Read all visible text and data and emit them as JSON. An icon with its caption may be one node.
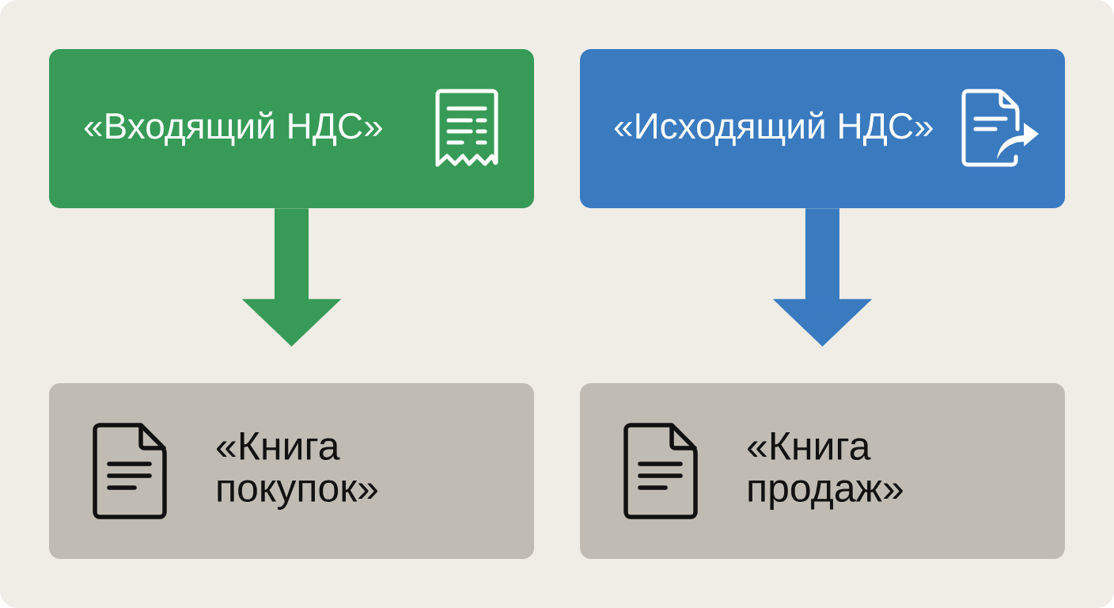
{
  "diagram": {
    "nodes": [
      {
        "text": [
          "«Входящий НДС»"
        ]
      },
      {
        "text": [
          "«Исходящий НДС»"
        ]
      },
      {
        "text": [
          "«Книга покупок»"
        ]
      },
      {
        "text": [
          "«Книга продаж»"
        ]
      }
    ],
    "edges": [
      {
        "from": 0,
        "to": 2,
        "arrow": "to",
        "color": "#379b57"
      },
      {
        "from": 1,
        "to": 3,
        "arrow": "to",
        "color": "#3a7bc0"
      }
    ]
  }
}
